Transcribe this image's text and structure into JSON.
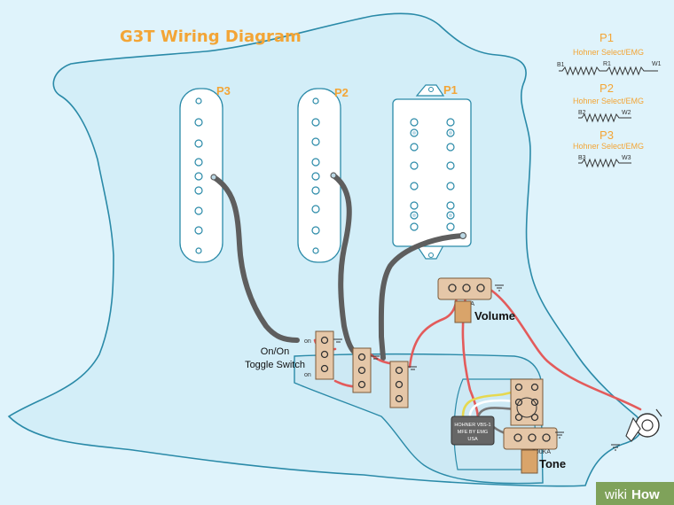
{
  "diagram": {
    "title": "G3T Wiring Diagram",
    "pickups": [
      {
        "label": "P3"
      },
      {
        "label": "P2"
      },
      {
        "label": "P1"
      }
    ],
    "legend": [
      {
        "label": "P1",
        "desc": "Hohner Select/EMG",
        "b": "B1",
        "r": "R1",
        "w": "W1"
      },
      {
        "label": "P2",
        "desc": "Hohner Select/EMG",
        "b": "B2",
        "w": "W2"
      },
      {
        "label": "P3",
        "desc": "Hohner Select/EMG",
        "b": "B3",
        "w": "W3"
      }
    ],
    "switch": {
      "line1": "On/On",
      "line2": "Toggle Switch",
      "on_top": "on",
      "on_bottom": "on"
    },
    "volume": {
      "label": "Volume",
      "value": "500KA"
    },
    "tone": {
      "label": "Tone",
      "value": "500KA"
    },
    "booster": {
      "line1": "HOHNER VBS-1",
      "line2": "MFE BY EMG",
      "line3": "USA"
    },
    "watermark": {
      "wiki": "wiki",
      "how": "How"
    }
  },
  "colors": {
    "background": "#dff3fb",
    "pickguard": "#d3eef8",
    "outline": "#2a8aa8",
    "title": "#f3a536",
    "wire_gray": "#5e5e5e",
    "wire_red": "#e35b5b",
    "wire_yellow": "#e6d84f",
    "pot": "#e5c7a8",
    "booster": "#666666"
  }
}
